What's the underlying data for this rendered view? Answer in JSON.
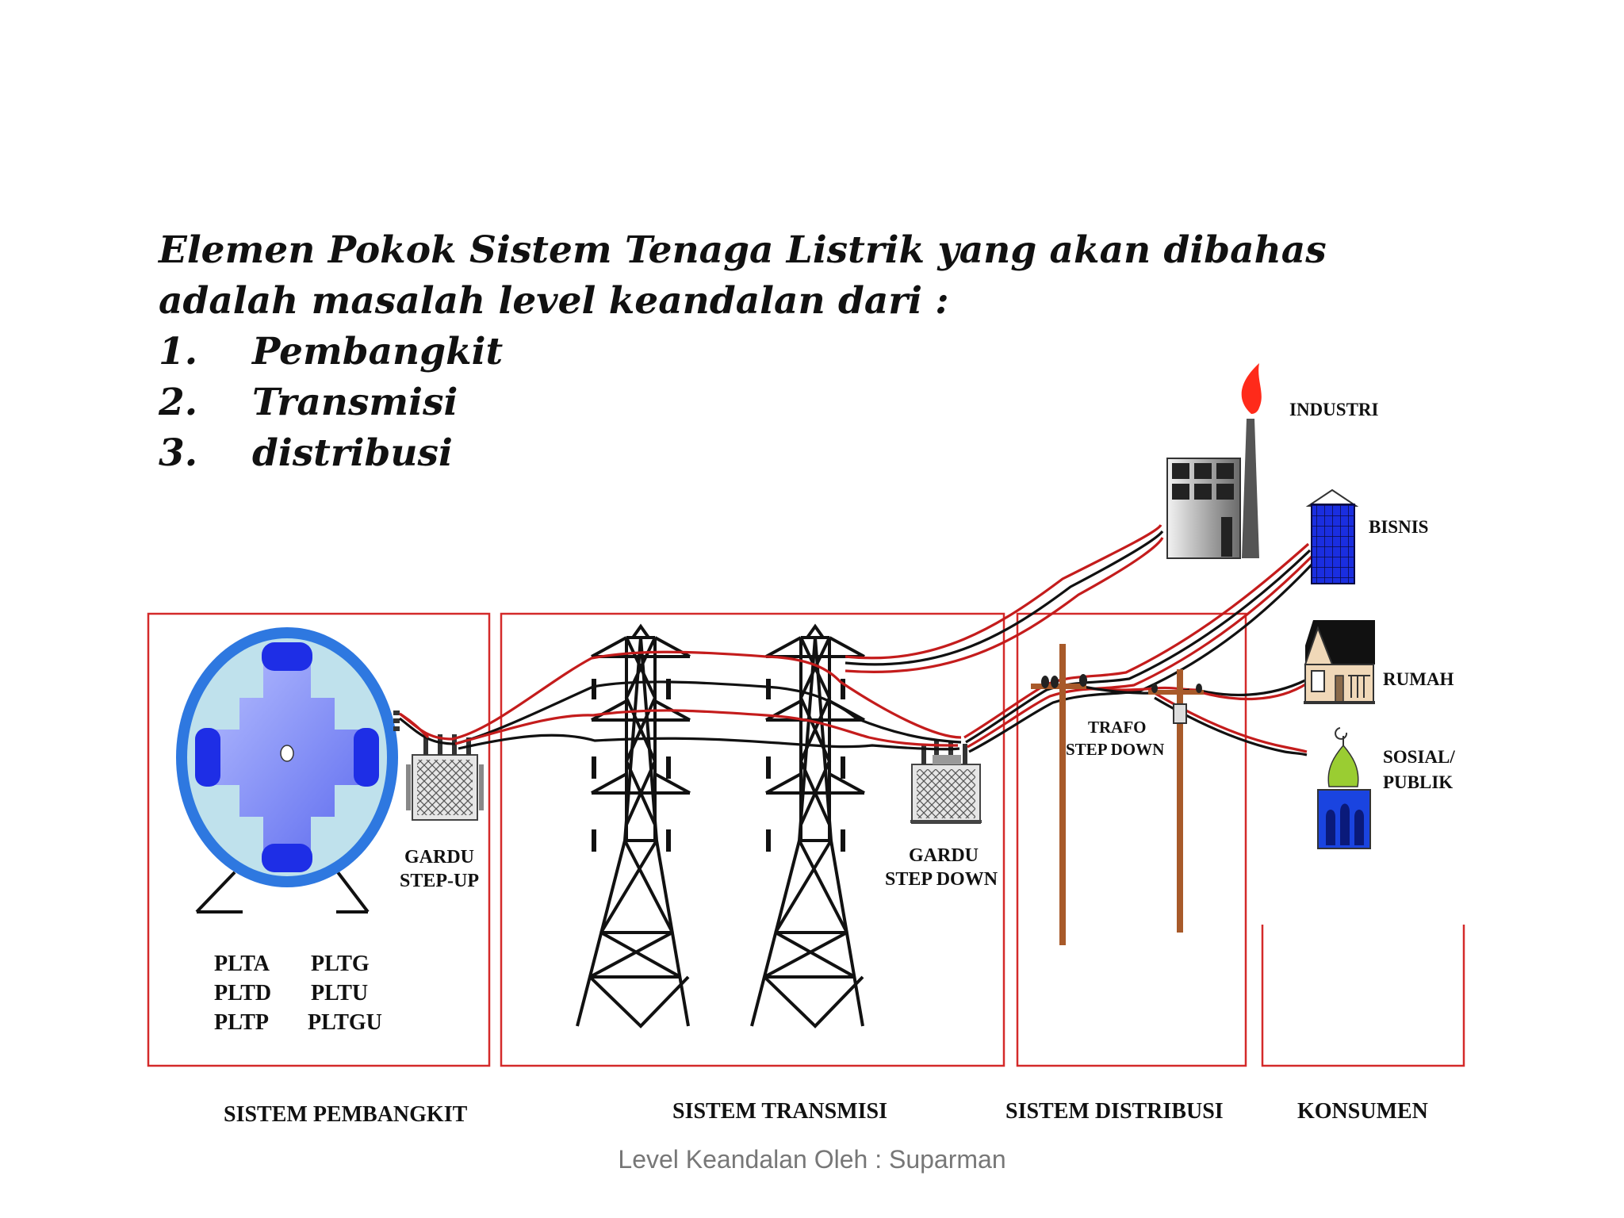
{
  "heading": {
    "line1": "Elemen Pokok Sistem Tenaga Listrik yang akan dibahas",
    "line2": "adalah masalah level keandalan dari :",
    "items": [
      {
        "num": "1.",
        "label": "Pembangkit"
      },
      {
        "num": "2.",
        "label": "Transmisi"
      },
      {
        "num": "3.",
        "label": "distribusi"
      }
    ]
  },
  "generator": {
    "types_left": [
      "PLTA",
      "PLTD",
      "PLTP"
    ],
    "types_right": [
      "PLTG",
      "PLTU",
      "PLTGU"
    ]
  },
  "labels": {
    "gardu_step_up": [
      "GARDU",
      "STEP-UP"
    ],
    "gardu_step_down": [
      "GARDU",
      "STEP DOWN"
    ],
    "trafo_step_down": [
      "TRAFO",
      "STEP DOWN"
    ]
  },
  "consumers": {
    "industri": "INDUSTRI",
    "bisnis": "BISNIS",
    "rumah": "RUMAH",
    "sosial": [
      "SOSIAL/",
      "PUBLIK"
    ]
  },
  "sections": {
    "pembangkit": "SISTEM PEMBANGKIT",
    "transmisi": "SISTEM TRANSMISI",
    "distribusi": "SISTEM DISTRIBUSI",
    "konsumen": "KONSUMEN"
  },
  "footer": "Level Keandalan Oleh : Suparman",
  "colors": {
    "box_border": "#d42a2a",
    "wire_red": "#c41c1c",
    "wire_black": "#111111",
    "generator_ring": "#2e78e0",
    "generator_bg": "#bfe1ec",
    "generator_pole": "#1e2ee6",
    "pole_wood": "#a85a2a",
    "flame": "#ff2a1a",
    "bisnis_blue": "#1a2ee0",
    "dome_green": "#9acd32"
  }
}
